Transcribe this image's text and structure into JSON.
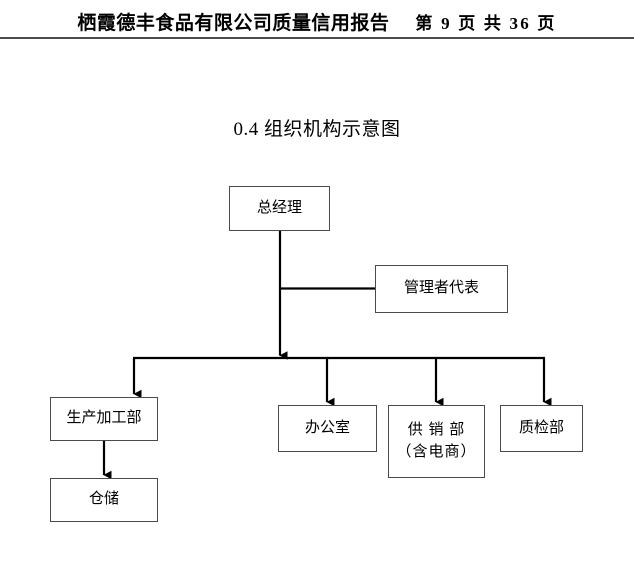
{
  "header": {
    "title": "栖霞德丰食品有限公司质量信用报告",
    "page_info": "第 9 页 共 36 页",
    "current_page": "9",
    "total_pages": "36"
  },
  "section": {
    "number": "0.4",
    "title": "0.4 组织机构示意图"
  },
  "chart_data": {
    "type": "diagram",
    "diagram_kind": "organization-chart",
    "title": "0.4 组织机构示意图",
    "orientation": "top-down",
    "nodes": [
      {
        "id": "gm",
        "label": "总经理",
        "level": 0
      },
      {
        "id": "mgmtrep",
        "label": "管理者代表",
        "level": 1
      },
      {
        "id": "prod",
        "label": "生产加工部",
        "level": 2
      },
      {
        "id": "office",
        "label": "办公室",
        "level": 2
      },
      {
        "id": "sales",
        "label": "供 销 部",
        "label_line2": "（含电商）",
        "level": 2
      },
      {
        "id": "qc",
        "label": "质检部",
        "level": 2
      },
      {
        "id": "store",
        "label": "仓储",
        "level": 3
      }
    ],
    "edges": [
      {
        "from": "gm",
        "to": "mgmtrep",
        "style": "plain"
      },
      {
        "from": "gm",
        "to": "prod",
        "style": "arrow"
      },
      {
        "from": "gm",
        "to": "office",
        "style": "arrow"
      },
      {
        "from": "gm",
        "to": "sales",
        "style": "arrow"
      },
      {
        "from": "gm",
        "to": "qc",
        "style": "arrow"
      },
      {
        "from": "prod",
        "to": "store",
        "style": "arrow"
      }
    ],
    "colors": {
      "line": "#000000",
      "box_border": "#4a4a4a",
      "box_fill": "#ffffff",
      "text": "#000000",
      "header_rule": "#4d4d4d"
    }
  }
}
